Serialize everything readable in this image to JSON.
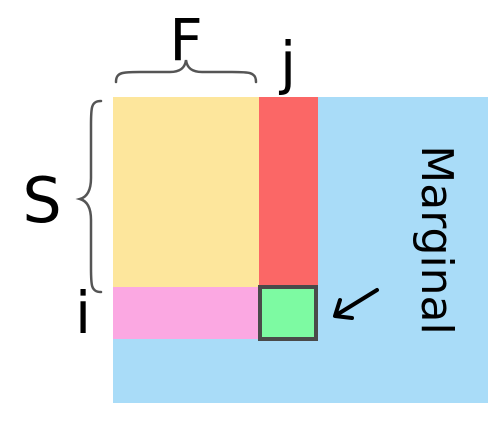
{
  "labels": {
    "F": "F",
    "S": "S",
    "i": "i",
    "j": "j",
    "marginal": "Marginal"
  },
  "colors": {
    "background_region": "#a9dcf8",
    "top_left_block": "#fde69c",
    "column_j": "#fb6766",
    "row_i": "#fba8e2",
    "intersection_cell": "#7dfaa2",
    "intersection_border": "#4a4a4a",
    "brace": "#555555",
    "arrow": "#000000"
  }
}
